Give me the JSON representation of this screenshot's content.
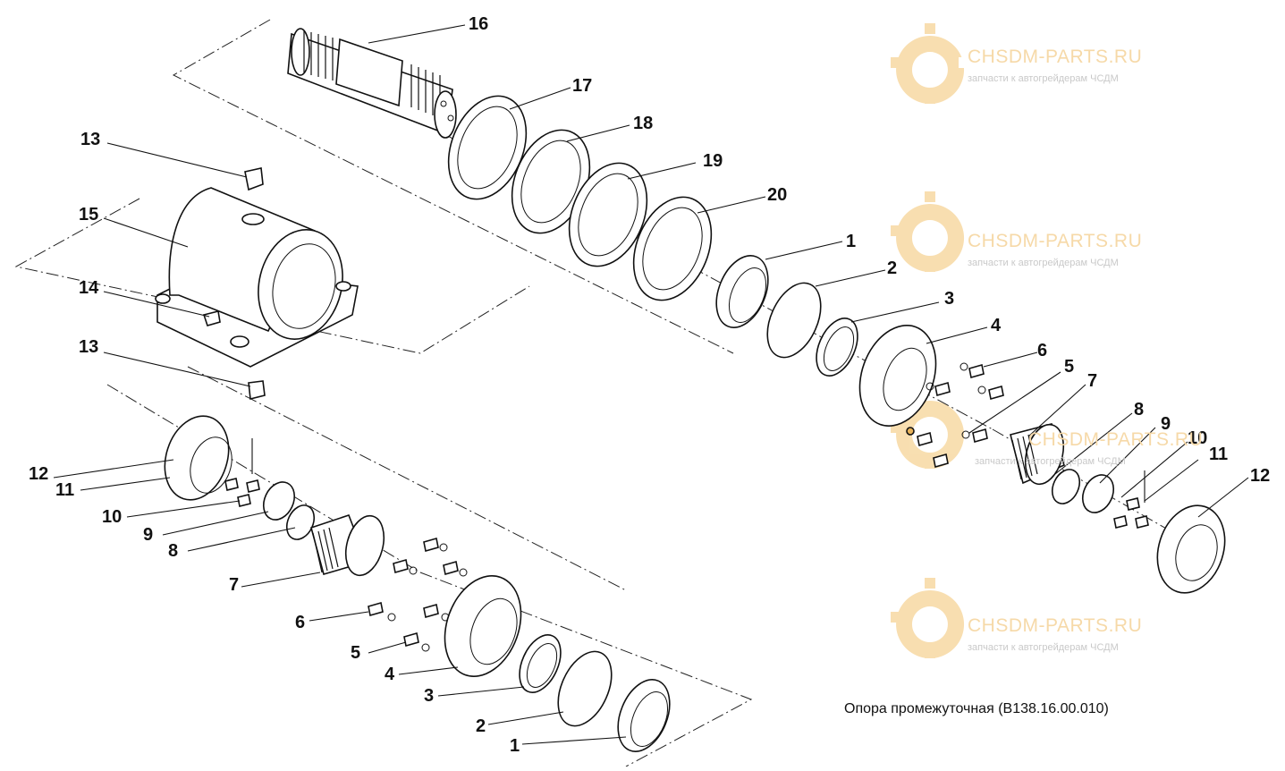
{
  "watermark": {
    "title": "CHSDM-PARTS.RU",
    "subtitle": "запчасти к автогрейдерам ЧСДМ",
    "colors": {
      "gear": "#f7d9a3",
      "text": "#f6d9a8",
      "sub": "#c9c9c9"
    }
  },
  "caption": "Опора промежуточная (В138.16.00.010)",
  "callouts": {
    "n16": "16",
    "n17": "17",
    "n18": "18",
    "n19": "19",
    "n20": "20",
    "n13a": "13",
    "n15": "15",
    "n14": "14",
    "n13b": "13",
    "n1a": "1",
    "n2a": "2",
    "n3a": "3",
    "n4a": "4",
    "n6a": "6",
    "n5a": "5",
    "n7a": "7",
    "n8a": "8",
    "n9a": "9",
    "n10a": "10",
    "n11a": "11",
    "n12a": "12",
    "n12b": "12",
    "n11b": "11",
    "n10b": "10",
    "n9b": "9",
    "n8b": "8",
    "n7b": "7",
    "n6b": "6",
    "n5b": "5",
    "n4b": "4",
    "n3b": "3",
    "n2b": "2",
    "n1b": "1"
  }
}
